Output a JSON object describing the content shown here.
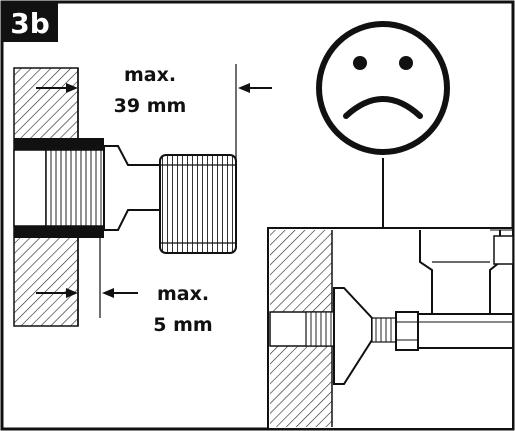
{
  "step_badge": "3b",
  "labels": {
    "max_depth_line1": "max.",
    "max_depth_line2": "39 mm",
    "max_gap_line1": "max.",
    "max_gap_line2": "5 mm"
  },
  "icons": {
    "face": "sad-face-icon"
  },
  "colors": {
    "ink": "#111111",
    "paper": "#ffffff"
  }
}
